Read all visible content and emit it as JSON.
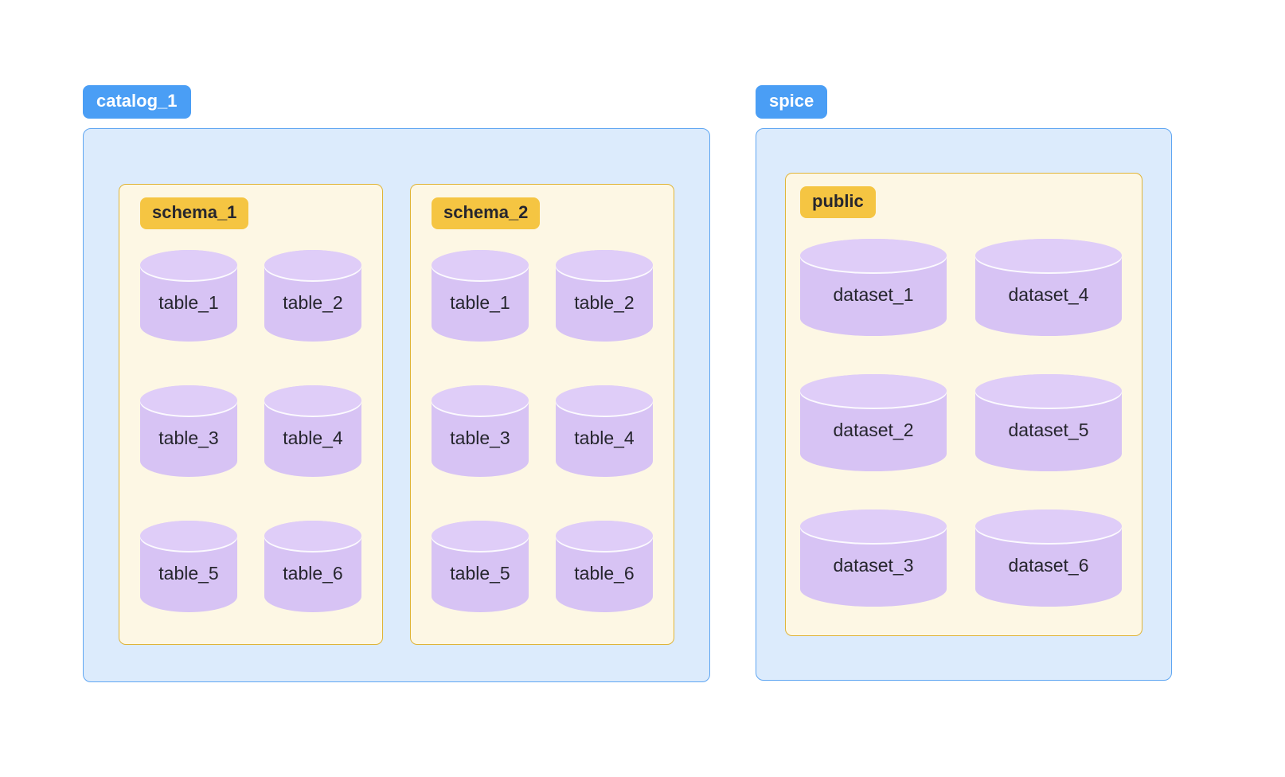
{
  "diagram": {
    "catalogs": [
      {
        "label": "catalog_1",
        "schemas": [
          {
            "label": "schema_1",
            "tables": [
              "table_1",
              "table_2",
              "table_3",
              "table_4",
              "table_5",
              "table_6"
            ]
          },
          {
            "label": "schema_2",
            "tables": [
              "table_1",
              "table_2",
              "table_3",
              "table_4",
              "table_5",
              "table_6"
            ]
          }
        ]
      },
      {
        "label": "spice",
        "schemas": [
          {
            "label": "public",
            "tables": [
              "dataset_1",
              "dataset_4",
              "dataset_2",
              "dataset_5",
              "dataset_3",
              "dataset_6"
            ]
          }
        ]
      }
    ],
    "icons": {
      "table_shape": "database-cylinder-icon"
    },
    "colors": {
      "catalog_label_bg": "#4A9EF5",
      "catalog_label_text": "#FFFFFF",
      "catalog_box_bg": "#DCEBFC",
      "catalog_box_border": "#5FA6F2",
      "schema_label_bg": "#F5C542",
      "schema_label_text": "#26262E",
      "schema_box_bg": "#FDF7E4",
      "schema_box_border": "#DFB437",
      "cylinder_body": "#D7C3F4",
      "cylinder_top": "#DFCDF8",
      "cylinder_text": "#26262E"
    }
  }
}
